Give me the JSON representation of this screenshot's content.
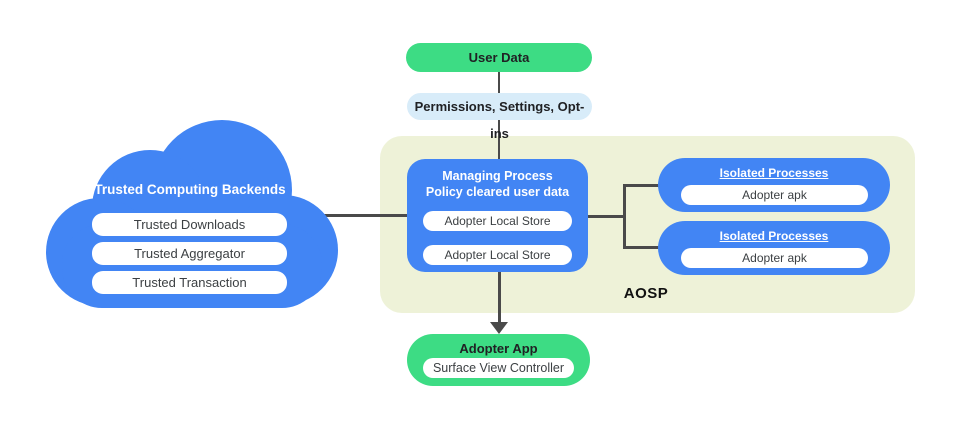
{
  "colors": {
    "blue": "#4285f4",
    "green": "#3ddc84",
    "light_blue": "#d8ecf9",
    "aosp_bg": "#eef2d8",
    "line": "#4a4a4a",
    "text_dark": "#202124",
    "pill_text": "#3c4043",
    "white": "#ffffff"
  },
  "nodes": {
    "user_data": {
      "label": "User Data"
    },
    "permissions": {
      "label": "Permissions,  Settings, Opt-ins"
    },
    "cloud": {
      "title": "Trusted Computing Backends",
      "items": [
        "Trusted Downloads",
        "Trusted Aggregator",
        "Trusted Transaction"
      ]
    },
    "aosp": {
      "label": "AOSP",
      "managing_process": {
        "title_line1": "Managing Process",
        "title_line2": "Policy cleared user data",
        "stores": [
          "Adopter Local Store",
          "Adopter Local Store"
        ]
      },
      "isolated_processes": [
        {
          "title": "Isolated Processes",
          "item": "Adopter apk"
        },
        {
          "title": "Isolated Processes",
          "item": "Adopter apk"
        }
      ]
    },
    "adopter_app": {
      "title": "Adopter App",
      "item": "Surface View Controller"
    }
  }
}
